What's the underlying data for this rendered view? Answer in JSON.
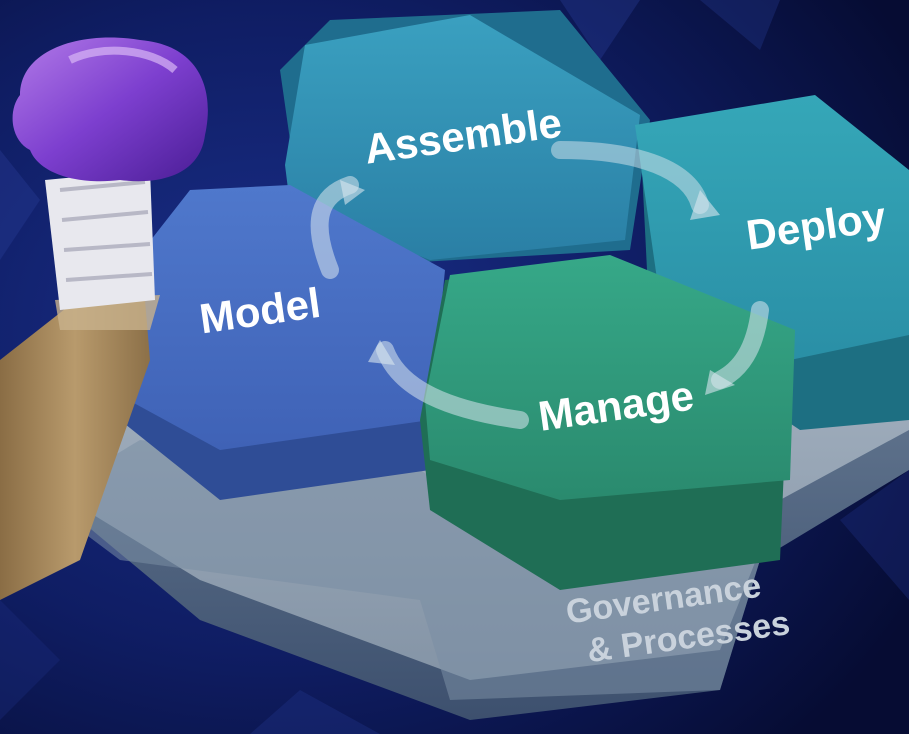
{
  "diagram": {
    "hexagons": [
      {
        "id": "assemble",
        "label": "Assemble",
        "color": "#2f8fb0"
      },
      {
        "id": "deploy",
        "label": "Deploy",
        "color": "#2a98ad"
      },
      {
        "id": "model",
        "label": "Model",
        "color": "#4a6fc3"
      },
      {
        "id": "manage",
        "label": "Manage",
        "color": "#2e9a7c"
      }
    ],
    "governance": {
      "line1": "Governance",
      "line2": "& Processes",
      "color": "#8ea1b3"
    },
    "cycle_arrow": {
      "color": "#d9e6ee"
    },
    "background_color": "#0a1440"
  }
}
